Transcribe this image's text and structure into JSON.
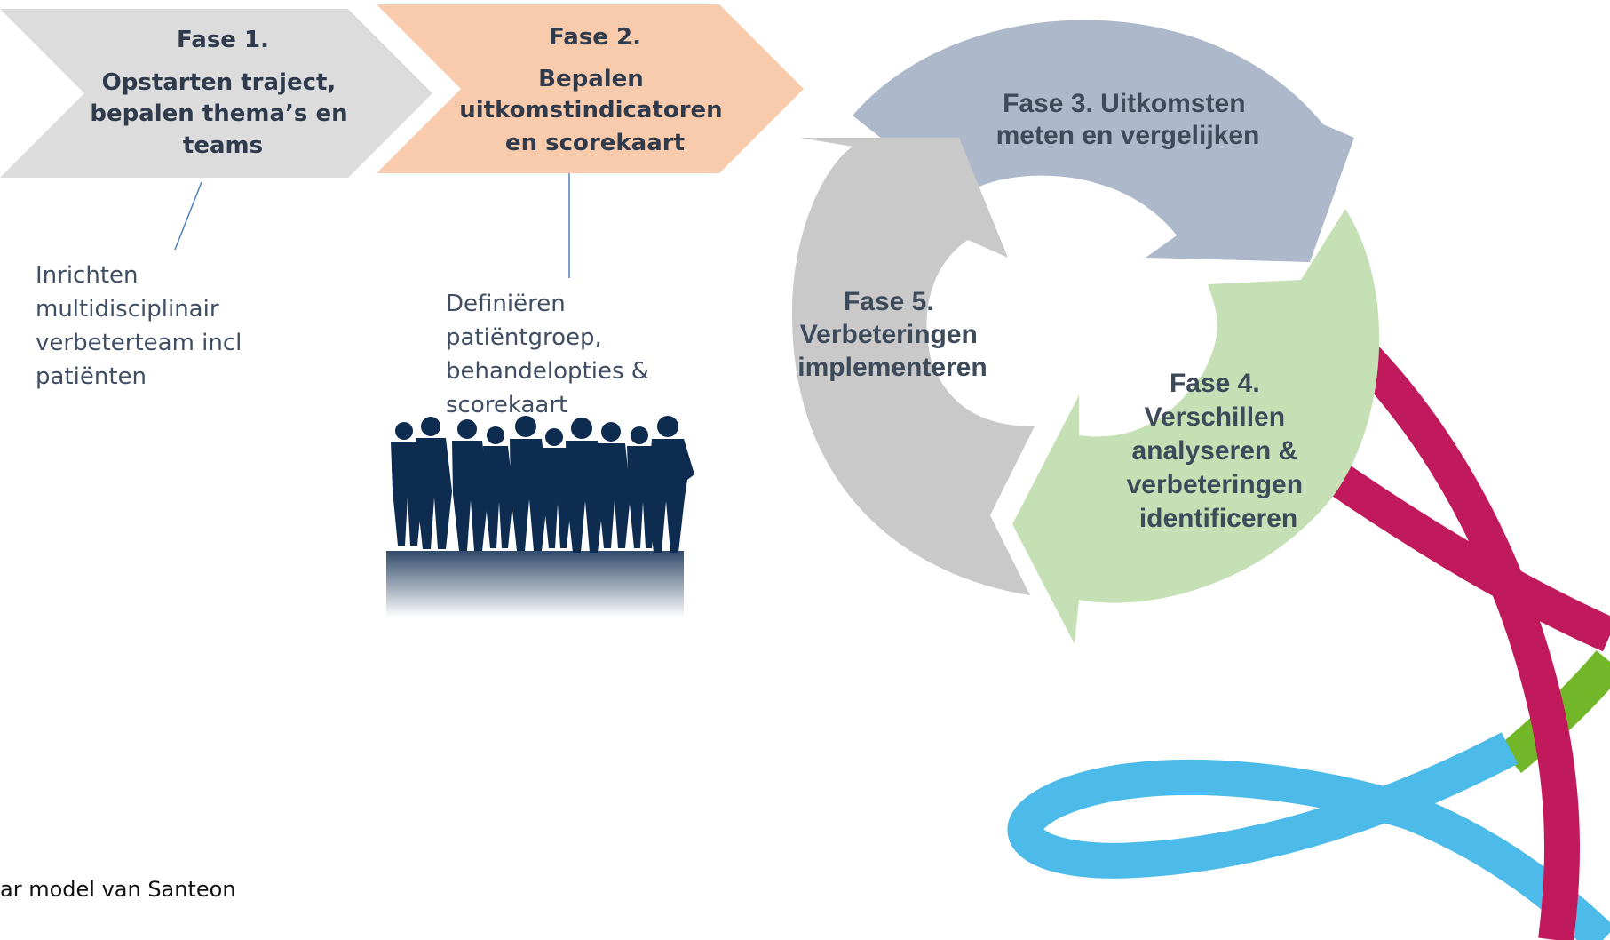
{
  "colors": {
    "phase1": "#dcdcdc",
    "phase2": "#f8cbad",
    "phase3": "#adb9ca",
    "phase4": "#c5e0b4",
    "phase5": "#c9c9c9",
    "connector": "#4f81bd",
    "people": "#0e2b50",
    "ribbon_magenta": "#c0195c",
    "ribbon_green": "#72b629",
    "ribbon_blue": "#4cbbe9"
  },
  "phase1": {
    "title": "Fase 1.",
    "lines": [
      "Opstarten traject,",
      "bepalen thema’s en",
      "teams"
    ]
  },
  "phase2": {
    "title": "Fase 2.",
    "lines": [
      "Bepalen",
      "uitkomstindicatoren",
      "en scorekaart"
    ]
  },
  "phase1_note": [
    "Inrichten",
    "multidisciplinair",
    "verbeterteam incl",
    "patiënten"
  ],
  "phase2_note": [
    "Definiëren",
    "patiëntgroep,",
    "behandelopties &",
    "scorekaart"
  ],
  "phase3": {
    "lines": [
      "Fase 3. Uitkomsten",
      "meten en vergelijken"
    ]
  },
  "phase4": {
    "lines": [
      "Fase 4.",
      "Verschillen",
      "analyseren &",
      "verbeteringen",
      "identificeren"
    ]
  },
  "phase5": {
    "lines": [
      "Fase 5.",
      "Verbeteringen",
      "implementeren"
    ]
  },
  "footer": "ar model van Santeon",
  "illustration": "people-silhouette"
}
